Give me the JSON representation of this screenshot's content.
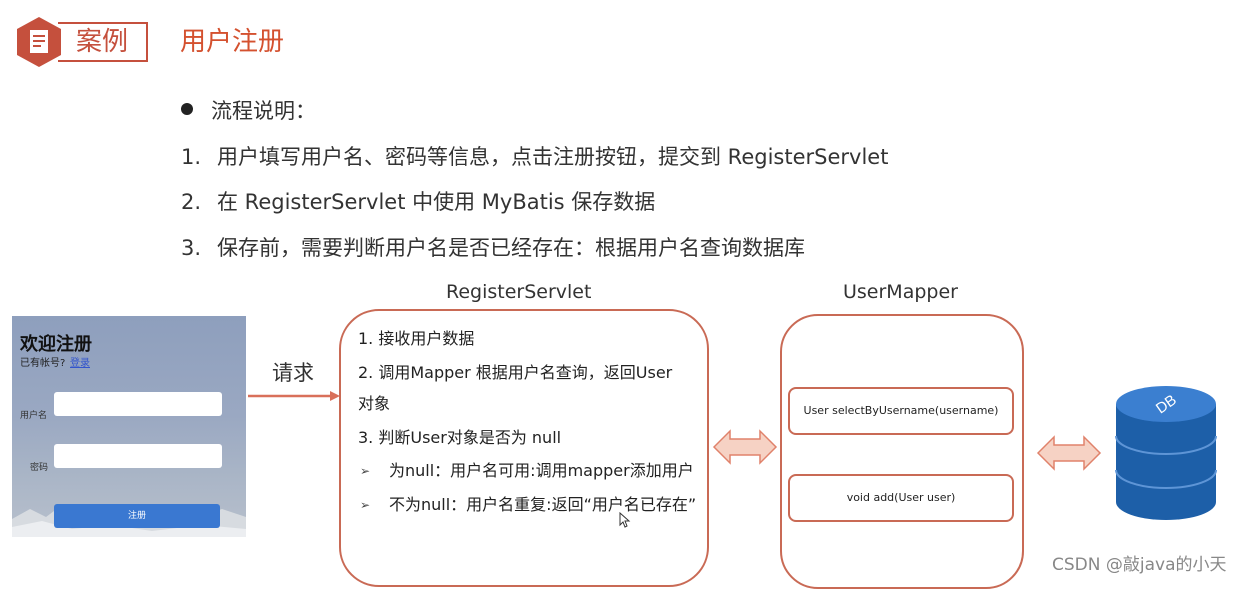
{
  "header": {
    "tag": "案例",
    "title": "用户注册"
  },
  "bullets": {
    "heading": "流程说明：",
    "items": [
      {
        "num": "1.",
        "text": "用户填写用户名、密码等信息，点击注册按钮，提交到 RegisterServlet"
      },
      {
        "num": "2.",
        "text": "在 RegisterServlet 中使用 MyBatis 保存数据"
      },
      {
        "num": "3.",
        "text": "保存前，需要判断用户名是否已经存在：根据用户名查询数据库"
      }
    ]
  },
  "form": {
    "title": "欢迎注册",
    "sub": "已有帐号?",
    "login_link": "登录",
    "username_label": "用户名",
    "password_label": "密码",
    "submit_label": "注册"
  },
  "request_label": "请求",
  "servlet": {
    "title": "RegisterServlet",
    "lines": [
      "1. 接收用户数据",
      "2. 调用Mapper 根据用户名查询，返回User",
      "对象",
      "3. 判断User对象是否为 null"
    ],
    "subitems": [
      "为null：用户名可用:调用mapper添加用户",
      "不为null：用户名重复:返回“用户名已存在”"
    ]
  },
  "mapper": {
    "title": "UserMapper",
    "methods": [
      "User selectByUsername(username)",
      "void add(User user)"
    ]
  },
  "db": {
    "label": "DB"
  },
  "watermark": "CSDN @敲java的小天",
  "colors": {
    "accent": "#c5503d",
    "title": "#d4512f",
    "arrow_fill": "#f6d2c4",
    "arrow_stroke": "#e0826b",
    "db_blue": "#1d5fa8"
  }
}
